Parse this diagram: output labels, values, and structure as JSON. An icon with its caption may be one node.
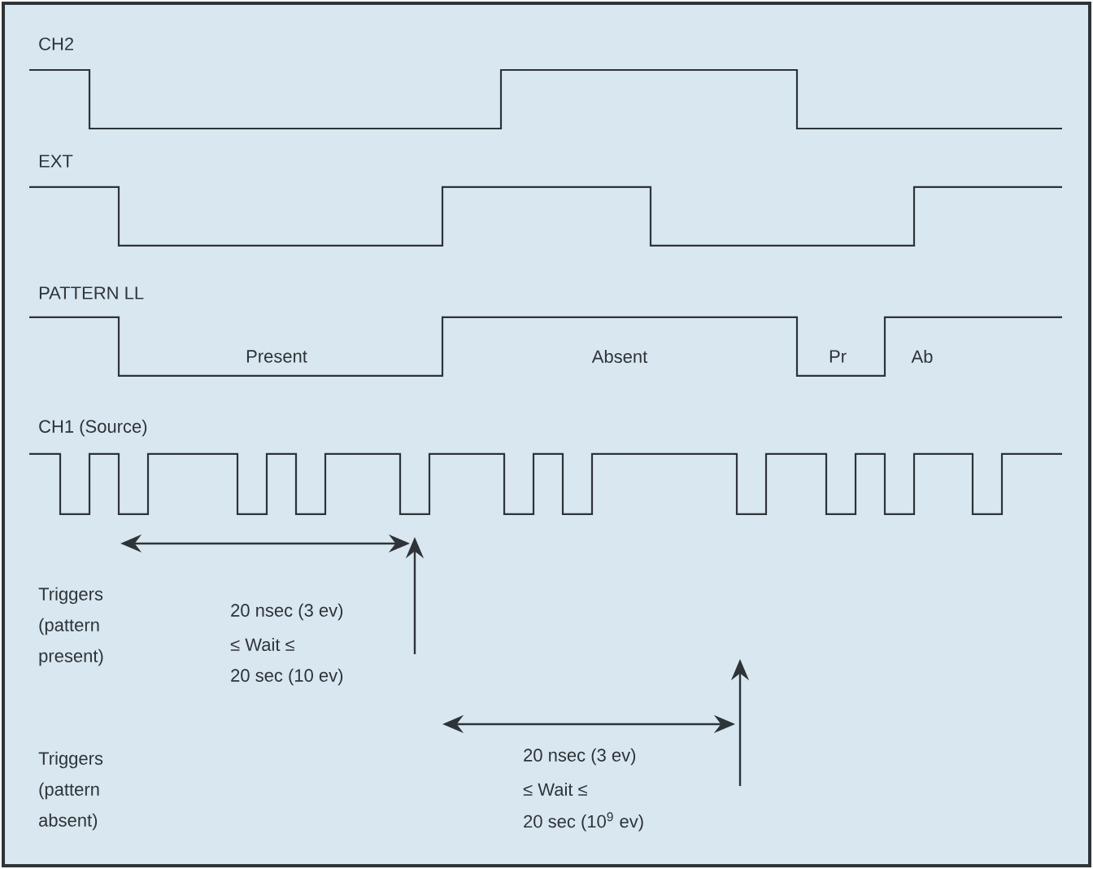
{
  "diagram": {
    "labels": [
      "CH2",
      "EXT",
      "PATTERN LL",
      "Present",
      "Absent",
      "Pr",
      "Ab",
      "CH1 (Source)",
      "Triggers (pattern present)",
      "20 nsec (3 ev)",
      "≤ Wait ≤",
      "20 sec (10 ev)",
      "Triggers (pattern absent)",
      "20 nsec (3 ev)",
      "≤ Wait ≤",
      "20 sec (10$^{9}$ ev)"
    ]
  }
}
